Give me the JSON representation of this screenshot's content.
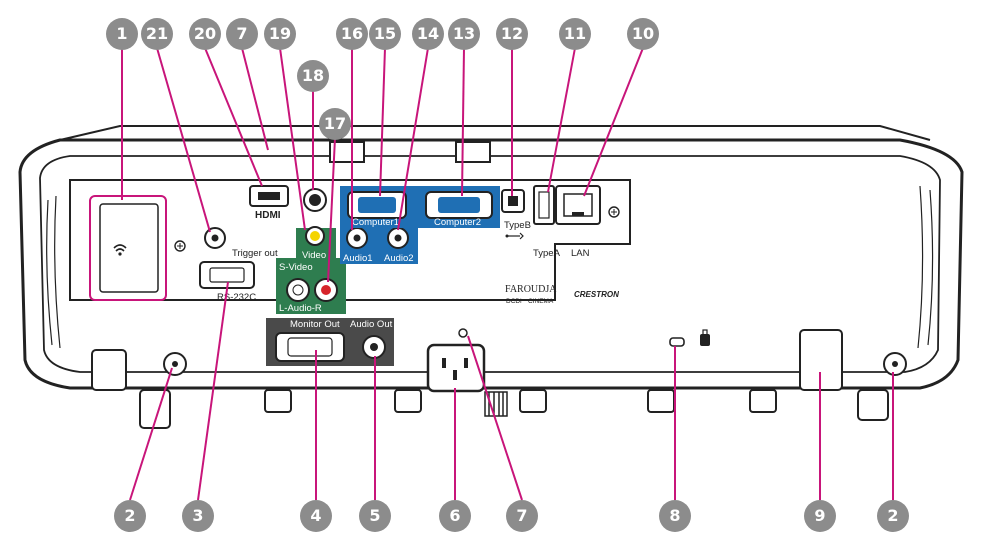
{
  "callouts": {
    "c1": "1",
    "c21": "21",
    "c20": "20",
    "c7a": "7",
    "c19": "19",
    "c18": "18",
    "c17": "17",
    "c16": "16",
    "c15": "15",
    "c14": "14",
    "c13": "13",
    "c12": "12",
    "c11": "11",
    "c10": "10",
    "c2a": "2",
    "c3": "3",
    "c4": "4",
    "c5": "5",
    "c6": "6",
    "c7b": "7",
    "c8": "8",
    "c9": "9",
    "c2b": "2"
  },
  "labels": {
    "hdmi": "HDMI",
    "trigger_out": "Trigger out",
    "rs232c": "RS-232C",
    "s_video": "S-Video",
    "video": "Video",
    "audio_lr": "L-Audio-R",
    "audio1": "Audio1",
    "audio2": "Audio2",
    "computer1": "Computer1",
    "computer2": "Computer2",
    "type_b": "TypeB",
    "type_a": "TypeA",
    "lan": "LAN",
    "monitor_out": "Monitor Out",
    "audio_out": "Audio Out",
    "faroudja": "FAROUDJA",
    "dcdi": "DCDi",
    "cinema": "CINEMA",
    "crestron": "CRESTRON"
  },
  "colors": {
    "leader": "#c8157a",
    "callout": "#8c8c8c",
    "port_blue": "#1f6fb4",
    "port_green": "#2e7d4f",
    "panel_dark": "#4a4a4a"
  },
  "icons": [
    "wireless-lan-icon",
    "usb-icon",
    "kensington-lock-icon",
    "power-inlet-icon",
    "screw-icon"
  ]
}
